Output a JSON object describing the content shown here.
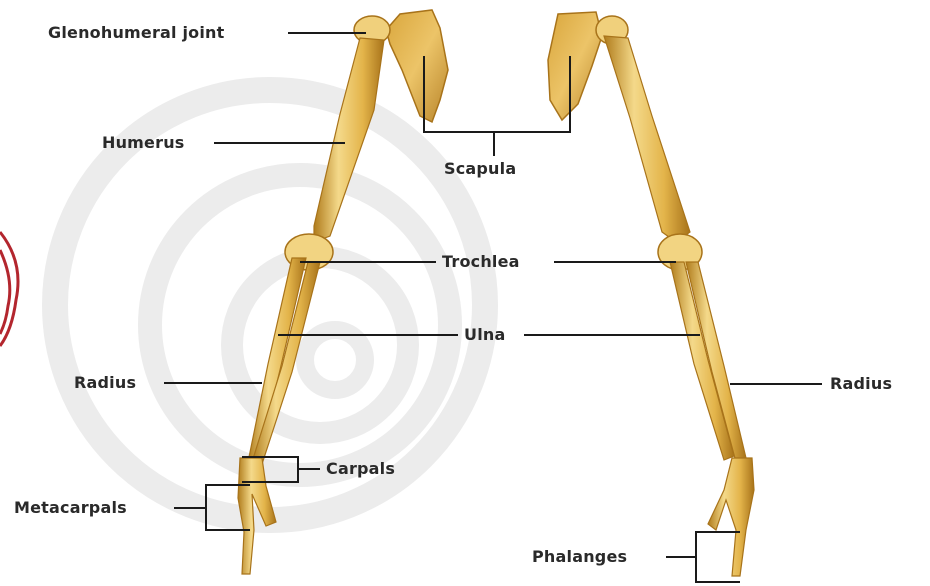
{
  "labels": {
    "glenohumeral_joint": "Glenohumeral joint",
    "humerus": "Humerus",
    "scapula": "Scapula",
    "trochlea": "Trochlea",
    "ulna": "Ulna",
    "radius_left": "Radius",
    "radius_right": "Radius",
    "carpals": "Carpals",
    "metacarpals": "Metacarpals",
    "phalanges": "Phalanges"
  },
  "colors": {
    "bone": "#e3b44a",
    "bone_light": "#f4d98a",
    "bone_dark": "#b07c1c",
    "leader": "#1a1a1a",
    "watermark": "#ececec",
    "logo_mark": "#b3262e"
  },
  "watermark": "spiral-logo-watermark"
}
